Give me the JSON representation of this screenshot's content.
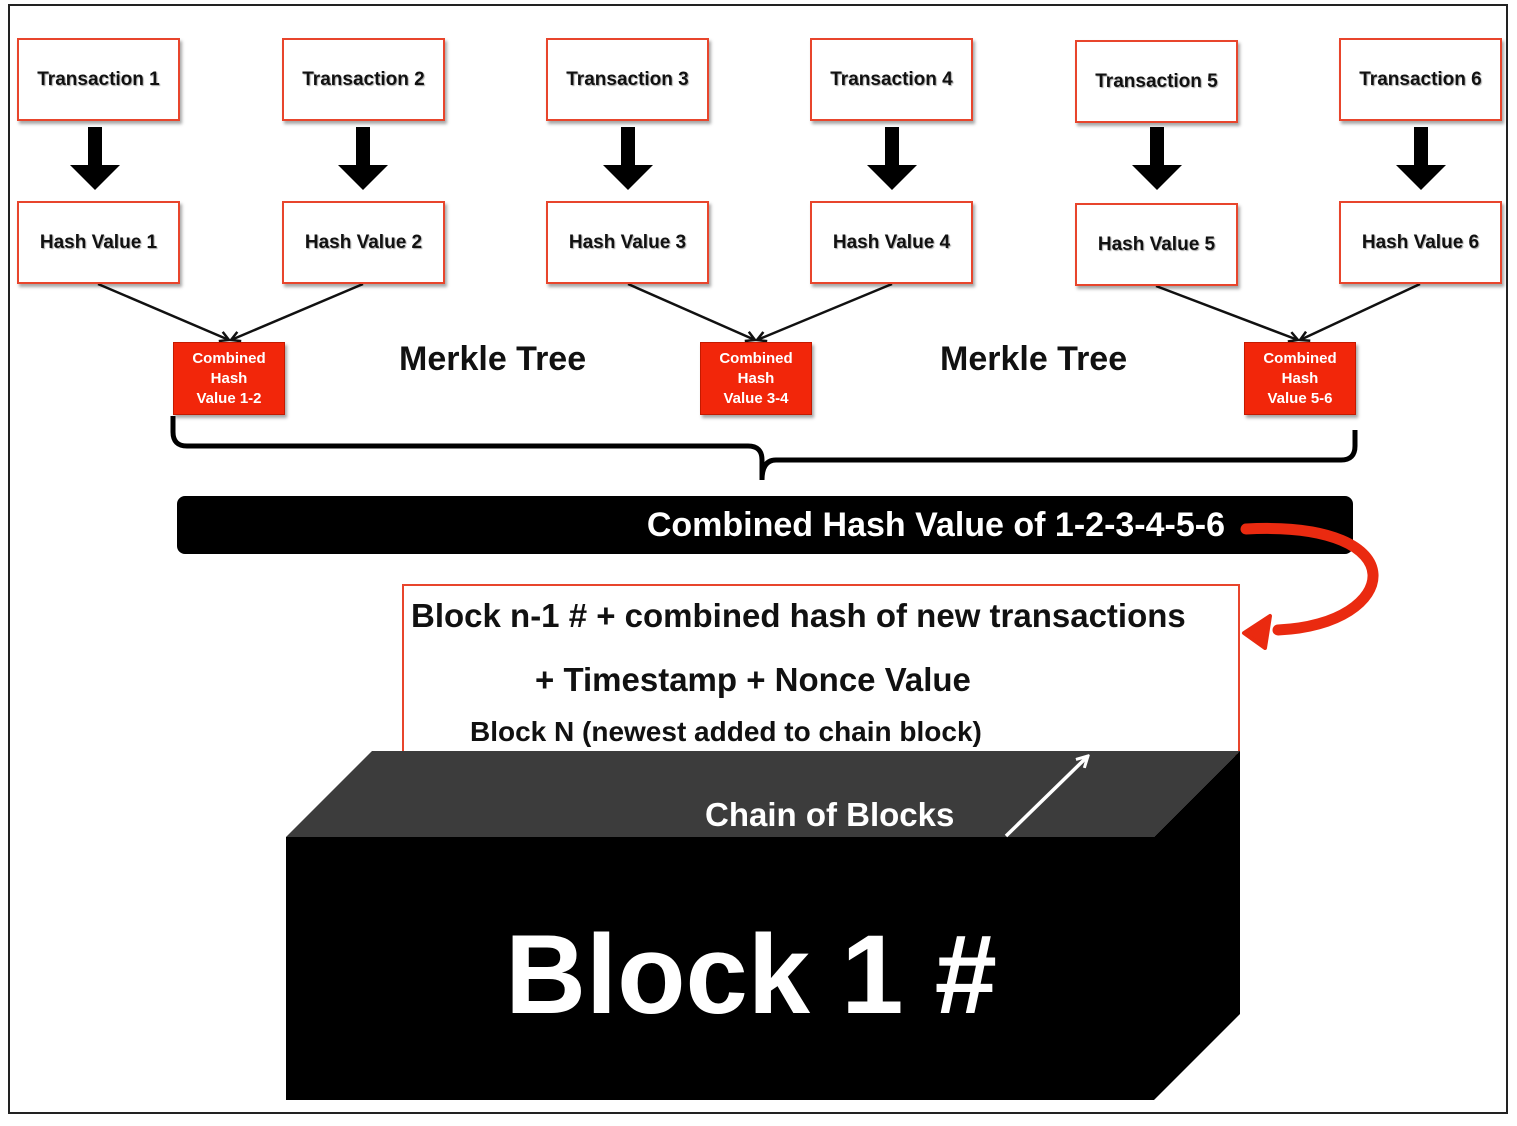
{
  "transactions": [
    {
      "label": "Transaction 1"
    },
    {
      "label": "Transaction 2"
    },
    {
      "label": "Transaction 3"
    },
    {
      "label": "Transaction 4"
    },
    {
      "label": "Transaction 5"
    },
    {
      "label": "Transaction 6"
    }
  ],
  "hashes": [
    {
      "label": "Hash Value 1"
    },
    {
      "label": "Hash Value 2"
    },
    {
      "label": "Hash Value 3"
    },
    {
      "label": "Hash Value 4"
    },
    {
      "label": "Hash Value 5"
    },
    {
      "label": "Hash Value 6"
    }
  ],
  "combined": [
    {
      "line1": "Combined",
      "line2": "Hash",
      "line3": "Value 1-2"
    },
    {
      "line1": "Combined",
      "line2": "Hash",
      "line3": "Value 3-4"
    },
    {
      "line1": "Combined",
      "line2": "Hash",
      "line3": "Value 5-6"
    }
  ],
  "merkle_label_left": "Merkle Tree",
  "merkle_label_right": "Merkle Tree",
  "root_bar_label": "Combined Hash Value of 1-2-3-4-5-6",
  "block_n": {
    "line1": "Block n-1 #  + combined hash of new transactions",
    "line2": "+  Timestamp + Nonce Value",
    "line3": "Block N (newest added to chain block)"
  },
  "chain_label": "Chain of Blocks",
  "block1_label": "Block 1 #",
  "colors": {
    "accent_red": "#f2260a",
    "border_red": "#e8452c",
    "block_front": "#000000",
    "block_top": "#3c3c3c"
  }
}
